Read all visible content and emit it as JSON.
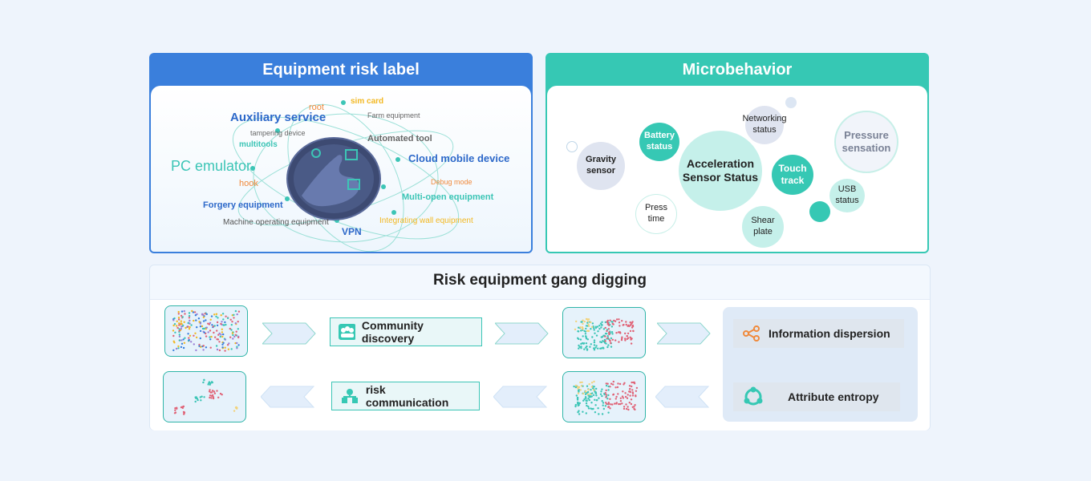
{
  "risk_label": {
    "title": "Equipment risk label",
    "tags": {
      "root": "root",
      "sim_card": "sim card",
      "farm_equipment": "Farm equipment",
      "auxiliary_service": "Auxiliary service",
      "tampering_device": "tampering device",
      "multitools": "multitools",
      "automated_tool": "Automated tool",
      "cloud_mobile_device": "Cloud mobile device",
      "pc_emulator": "PC emulator",
      "debug_mode": "Debug mode",
      "hook": "hook",
      "multi_open": "Multi-open equipment",
      "forgery": "Forgery equipment",
      "integrating_wall": "Integrating wall equipment",
      "machine_operating": "Machine operating equipment",
      "vpn": "VPN"
    }
  },
  "microbehavior": {
    "title": "Microbehavior",
    "bubbles": {
      "gravity": "Gravity sensor",
      "battery": "Battery status",
      "acceleration": "Acceleration Sensor Status",
      "networking": "Networking status",
      "pressure": "Pressure sensation",
      "touch": "Touch track",
      "usb": "USB status",
      "press_time": "Press time",
      "shear": "Shear plate"
    }
  },
  "gang": {
    "title": "Risk equipment gang digging",
    "steps": {
      "community": "Community discovery",
      "risk_comm": "risk communication",
      "info_dispersion": "Information dispersion",
      "attr_entropy": "Attribute entropy"
    }
  },
  "colors": {
    "blue": "#3a7fdc",
    "teal": "#36c8b4",
    "orange": "#f08a3c",
    "yellow": "#f2b822",
    "dark_blue": "#2c68c9"
  }
}
